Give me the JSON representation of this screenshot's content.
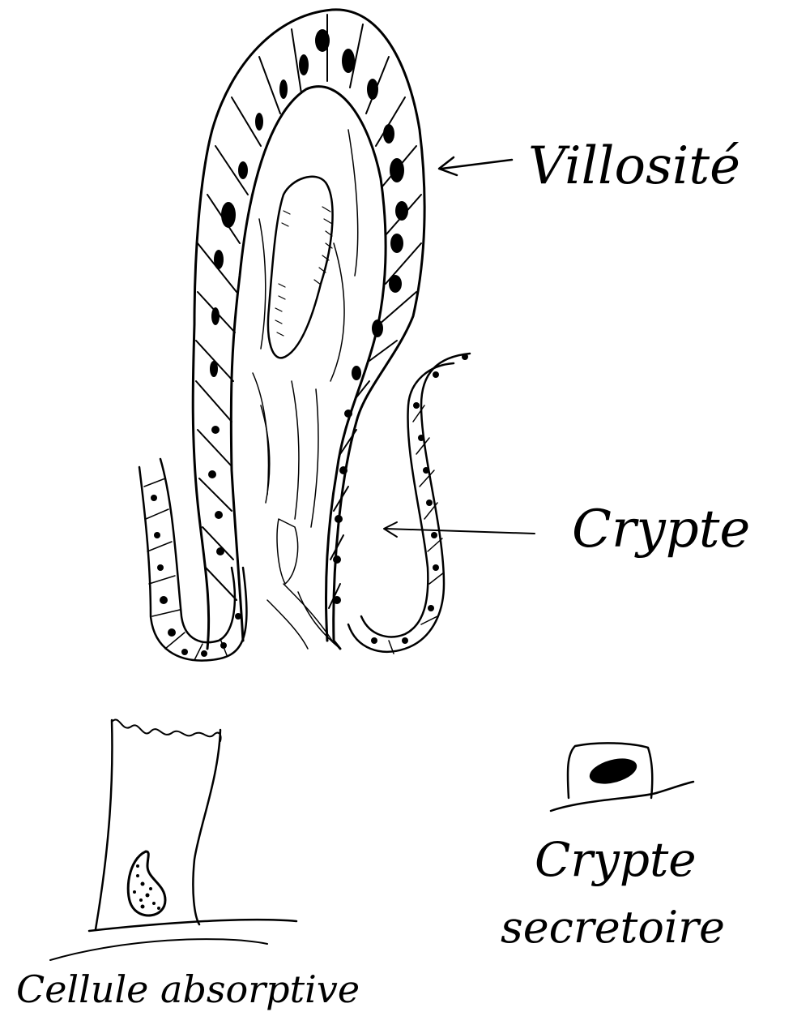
{
  "labels": {
    "villosite": "Villosité",
    "crypte": "Crypte",
    "crypte_secretoire_line1": "Crypte",
    "crypte_secretoire_line2": "secretoire",
    "cellule_absorptive": "Cellule absorptive"
  }
}
